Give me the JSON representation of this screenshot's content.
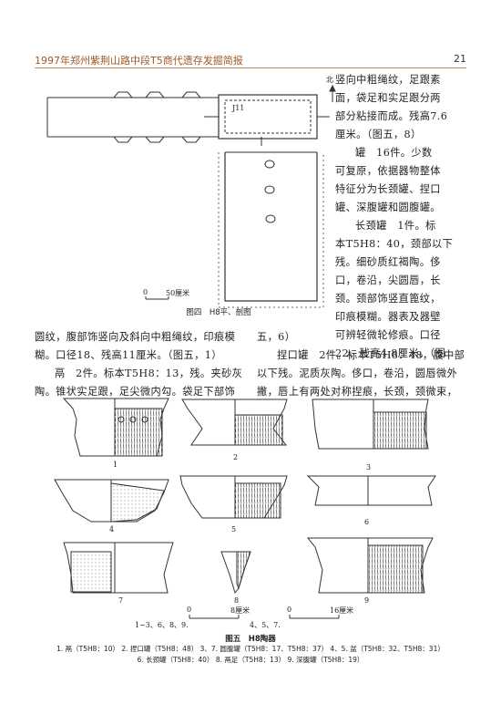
{
  "header": {
    "journal_title": "1997年郑州紫荆山路中段T5商代遗存发掘简报",
    "page_number": "21"
  },
  "figure4": {
    "north_label": "北",
    "feature_label": "J11",
    "scale_zero": "0",
    "scale_end": "50厘米",
    "caption": "图四　H8平、剖图"
  },
  "right_column": [
    "竖向中粗绳纹，足跟素",
    "面，袋足和实足跟分两",
    "部分粘接而成。残高7.6",
    "厘米。（图五，8）",
    "罐　16件。少数",
    "可复原，依据器物整体",
    "特征分为长颈罐、捏口",
    "罐、深腹罐和圆腹罐。",
    "长颈罐　1件。标",
    "本T5H8：40，颈部以下",
    "残。细砂质红褐陶。侈",
    "口，卷沿，尖圆唇，长",
    "颈。颈部饰竖直篦纹，",
    "印痕模糊。器表及器壁",
    "可辨轻微轮修痕。口径",
    "22、残高4.8厘米。（图"
  ],
  "left_column": [
    "圆纹，腹部饰竖向及斜向中粗绳纹，印痕模",
    "糊。口径18、残高11厘米。（图五，1）",
    "鬲　2件。标本T5H8：13，残。夹砂灰",
    "陶。锥状实足跟，足尖微内勾。袋足下部饰"
  ],
  "middle_column": [
    "五，6）",
    "捏口罐　2件。标本T5H8：48，腹中部",
    "以下残。泥质灰陶。侈口，卷沿，圆唇微外",
    "撇，唇上有两处对称捏痕，长颈，颈微束，"
  ],
  "figure5": {
    "item_numbers": [
      "1",
      "2",
      "3",
      "4",
      "5",
      "6",
      "7",
      "8",
      "9"
    ],
    "scale_left": {
      "zero": "0",
      "end": "8厘米",
      "applies_to": "1~3、6、8、9."
    },
    "scale_right": {
      "zero": "0",
      "end": "16厘米",
      "applies_to": "4、5、7."
    },
    "caption_title": "图五　H8陶器",
    "caption_line1": "1. 鬲（T5H8：10）  2. 捏口罐（T5H8：48）  3、7. 圆腹罐（T5H8：17、T5H8：37）  4、5. 盆（T5H8：32、T5H8：31）",
    "caption_line2": "6. 长颈罐（T5H8：40）  8. 鬲足（T5H8：13）  9. 深腹罐（T5H8：19）"
  }
}
